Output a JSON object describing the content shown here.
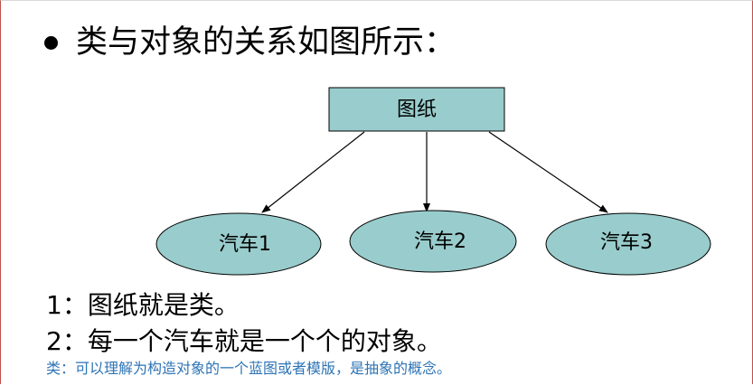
{
  "heading": "类与对象的关系如图所示：",
  "diagram": {
    "root": "图纸",
    "children": [
      "汽车1",
      "汽车2",
      "汽车3"
    ]
  },
  "lines": {
    "line1": "1：图纸就是类。",
    "line2": "2：每一个汽车就是一个个的对象。"
  },
  "note": "类：可以理解为构造对象的一个蓝图或者模版，是抽象的概念。",
  "colors": {
    "node_fill": "#99cccc",
    "note_text": "#2e74b5",
    "slide_border": "#c0504d"
  }
}
